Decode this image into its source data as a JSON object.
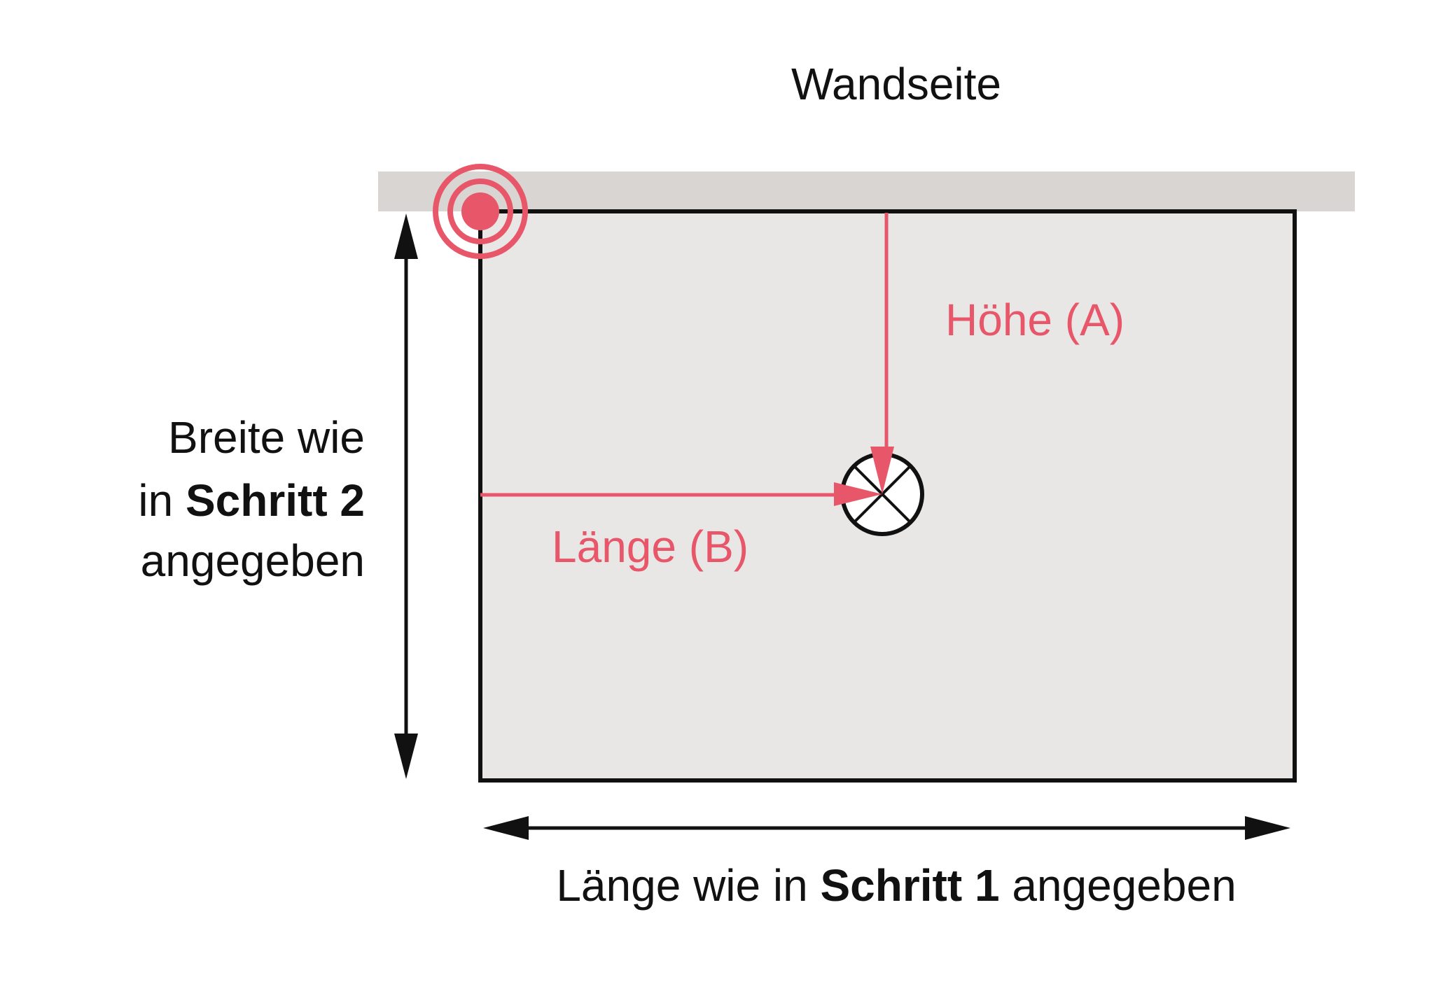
{
  "title": "Wandseite",
  "height_label": "Höhe (A)",
  "length_label": "Länge (B)",
  "width_note": {
    "line1": "Breite wie",
    "line2_pre": "in ",
    "line2_bold": "Schritt 2",
    "line3": "angegeben"
  },
  "length_note": {
    "pre": "Länge wie in ",
    "bold": "Schritt 1",
    "post": " angegeben"
  },
  "colors": {
    "accent": "#e8566a",
    "wall": "#d9d5d3",
    "room": "#e9e7e6",
    "line": "#111111"
  }
}
